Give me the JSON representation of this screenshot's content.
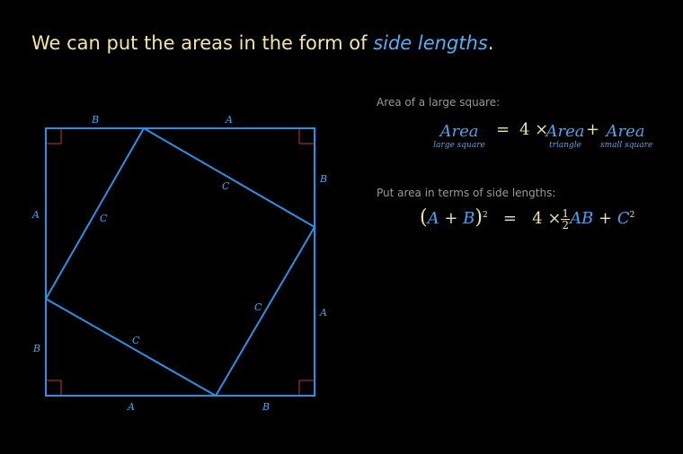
{
  "headline": {
    "prefix": "We can put the areas in the form of ",
    "highlight": "side lengths",
    "suffix": "."
  },
  "diagram": {
    "labels": {
      "top_left": "B",
      "top_right": "A",
      "right_top": "B",
      "right_bottom": "A",
      "bottom_left": "A",
      "bottom_right": "B",
      "left_top": "A",
      "left_bottom": "B",
      "c1": "C",
      "c2": "C",
      "c3": "C",
      "c4": "C"
    },
    "colors": {
      "stroke": "#2e8fe6",
      "right_angle": "#c0392b"
    }
  },
  "eq1": {
    "caption": "Area of a large square:",
    "lhs": "Area",
    "lhs_sub": "large square",
    "equals": "=",
    "coef": "4 ×",
    "t1": "Area",
    "t1_sub": "triangle",
    "plus": "+",
    "t2": "Area",
    "t2_sub": "small square"
  },
  "eq2": {
    "caption": "Put area in terms of side lengths:",
    "lparen": "(",
    "a": "A",
    "plus1": "+",
    "b": "B",
    "rparen": ")",
    "exp1": "2",
    "equals": "=",
    "coef": "4 ×",
    "num": "1",
    "den": "2",
    "ab": "AB",
    "plus2": "+",
    "c": "C",
    "exp2": "2"
  }
}
